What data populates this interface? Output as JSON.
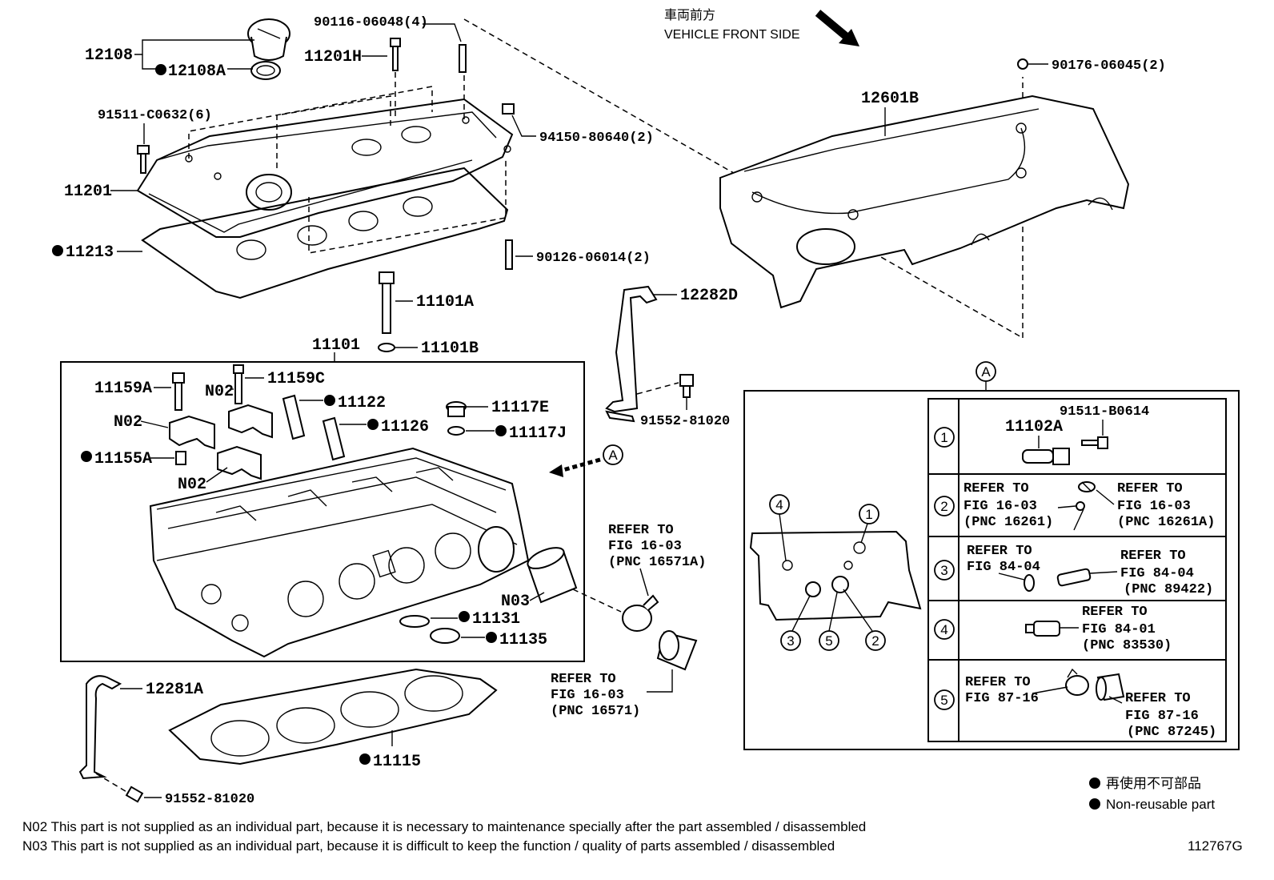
{
  "direction": {
    "jp": "車両前方",
    "en": "VEHICLE FRONT SIDE"
  },
  "parts": {
    "p12108": "12108",
    "p12108A": "12108A",
    "p11201H": "11201H",
    "p90116": "90116-06048(4)",
    "p91511c": "91511-C0632(6)",
    "p94150": "94150-80640(2)",
    "p11201": "11201",
    "p11213": "11213",
    "p90126": "90126-06014(2)",
    "p11101A": "11101A",
    "p11101B": "11101B",
    "p11101": "11101",
    "p90176": "90176-06045(2)",
    "p12601B": "12601B",
    "p12282D": "12282D",
    "p91552a": "91552-81020",
    "p11159A": "11159A",
    "p11159C": "11159C",
    "pN02a": "N02",
    "pN02b": "N02",
    "pN02c": "N02",
    "p11122": "11122",
    "p11126": "11126",
    "p11117E": "11117E",
    "p11117J": "11117J",
    "p11155A": "11155A",
    "pN03": "N03",
    "p11131": "11131",
    "p11135": "11135",
    "p12281A": "12281A",
    "p11115": "11115",
    "p91552b": "91552-81020",
    "markerA": "A"
  },
  "refs": {
    "r16571A": [
      "REFER TO",
      "FIG 16-03",
      "(PNC 16571A)"
    ],
    "r16571": [
      "REFER TO",
      "FIG 16-03",
      "(PNC 16571)"
    ]
  },
  "detail": {
    "marker": "A",
    "rows": [
      {
        "num": "1",
        "texts": [
          "91511-B0614",
          "11102A"
        ]
      },
      {
        "num": "2",
        "texts": [
          "REFER TO",
          "FIG 16-03",
          "(PNC 16261)",
          "REFER TO",
          "FIG 16-03",
          "(PNC 16261A)"
        ]
      },
      {
        "num": "3",
        "texts": [
          "REFER TO",
          "FIG 84-04",
          "REFER TO",
          "FIG 84-04",
          "(PNC 89422)"
        ]
      },
      {
        "num": "4",
        "texts": [
          "REFER TO",
          "FIG 84-01",
          "(PNC 83530)"
        ]
      },
      {
        "num": "5",
        "texts": [
          "REFER TO",
          "FIG 87-16",
          "REFER TO",
          "FIG 87-16",
          "(PNC 87245)"
        ]
      }
    ],
    "callouts": [
      "4",
      "1",
      "3",
      "5",
      "2"
    ]
  },
  "legend": {
    "jp": "再使用不可部品",
    "en": "Non-reusable part"
  },
  "notes": [
    "N02  This part is not supplied as an individual part, because it is necessary to maintenance specially after the part assembled / disassembled",
    "N03  This part is not supplied as an individual part, because it is difficult to keep the function / quality of parts  assembled / disassembled"
  ],
  "figure_id": "112767G"
}
